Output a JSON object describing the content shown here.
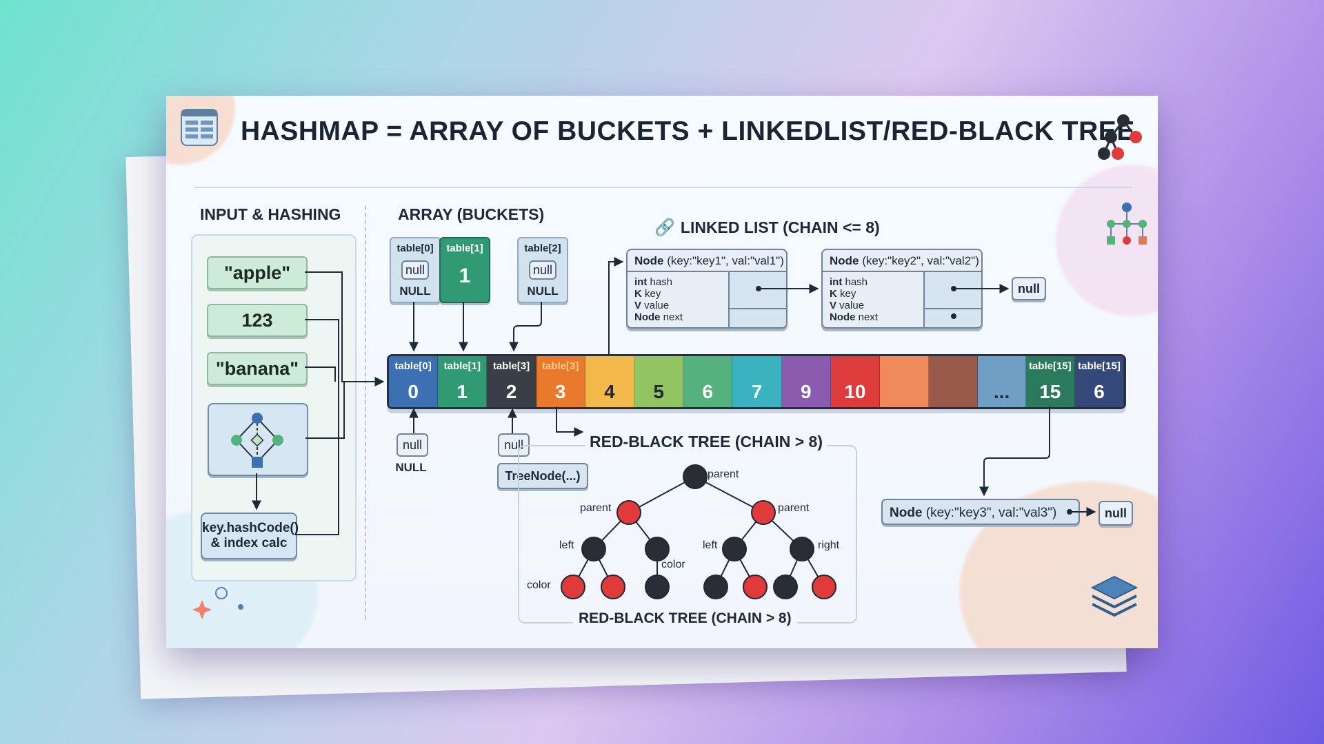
{
  "title": "HASHMAP = ARRAY OF BUCKETS + LINKEDLIST/RED-BLACK TREE",
  "sections": {
    "input": "INPUT & HASHING",
    "array": "ARRAY (BUCKETS)",
    "linked": "LINKED LIST (CHAIN <= 8)",
    "tree_top": "RED-BLACK TREE (CHAIN > 8)",
    "tree_bottom": "RED-BLACK TREE (CHAIN > 8)"
  },
  "inputs": [
    "\"apple\"",
    "123",
    "\"banana\""
  ],
  "hash_box": {
    "line1": "key.hashCode()",
    "line2": "& index calc"
  },
  "top_boxes": [
    {
      "label": "table[0]",
      "chip": "null",
      "foot": "NULL"
    },
    {
      "label": "table[1]",
      "value": "1"
    },
    {
      "label": "table[2]",
      "chip": "null",
      "foot": "NULL"
    }
  ],
  "array_cells": [
    {
      "label": "table[0]",
      "num": "0",
      "color": "#3d6fb3"
    },
    {
      "label": "table[1]",
      "num": "1",
      "color": "#2f9a73"
    },
    {
      "label": "table[3]",
      "num": "2",
      "color": "#3a3f47"
    },
    {
      "label": "table[3]",
      "num": "3",
      "color": "#ea7a2b"
    },
    {
      "label": "",
      "num": "4",
      "color": "#f3b94a"
    },
    {
      "label": "",
      "num": "5",
      "color": "#93c462"
    },
    {
      "label": "",
      "num": "6",
      "color": "#55b27e"
    },
    {
      "label": "",
      "num": "7",
      "color": "#3bb2c0"
    },
    {
      "label": "",
      "num": "9",
      "color": "#8b5bb0"
    },
    {
      "label": "",
      "num": "10",
      "color": "#de3c3c"
    },
    {
      "label": "",
      "num": "",
      "color": "#f08a5a"
    },
    {
      "label": "",
      "num": "",
      "color": "#9a5a4a"
    },
    {
      "label": "",
      "num": "...",
      "color": "#6f9fc4"
    },
    {
      "label": "table[15]",
      "num": "15",
      "color": "#2c7a5e"
    },
    {
      "label": "table[15]",
      "num": "6",
      "color": "#34487a"
    }
  ],
  "below_chips": {
    "left_chip": "null",
    "left_foot": "NULL",
    "mid_chip": "null",
    "treenode": "TreeNode(...)"
  },
  "nodes": [
    {
      "head_bold": "Node",
      "head_rest": " (key:\"key1\", val:\"val1\")"
    },
    {
      "head_bold": "Node",
      "head_rest": " (key:\"key2\", val:\"val2\")"
    }
  ],
  "node_fields": [
    {
      "t": "int",
      "n": " hash"
    },
    {
      "t": "K",
      "n": " key"
    },
    {
      "t": "V",
      "n": " value"
    },
    {
      "t": "Node",
      "n": " next"
    }
  ],
  "null_end": "null",
  "node3": {
    "head_bold": "Node",
    "head_rest": " (key:\"key3\", val:\"val3\")",
    "null": "null"
  },
  "tree_labels": {
    "root": "parent",
    "p_left": "parent",
    "p_right": "parent",
    "l1": "left",
    "r1": "right",
    "color1": "color",
    "l2": "left",
    "r2": "right",
    "color2": "color"
  },
  "colors": {
    "red": "#e03a3a",
    "black": "#2a2d33",
    "accent": "#2f9a73"
  }
}
